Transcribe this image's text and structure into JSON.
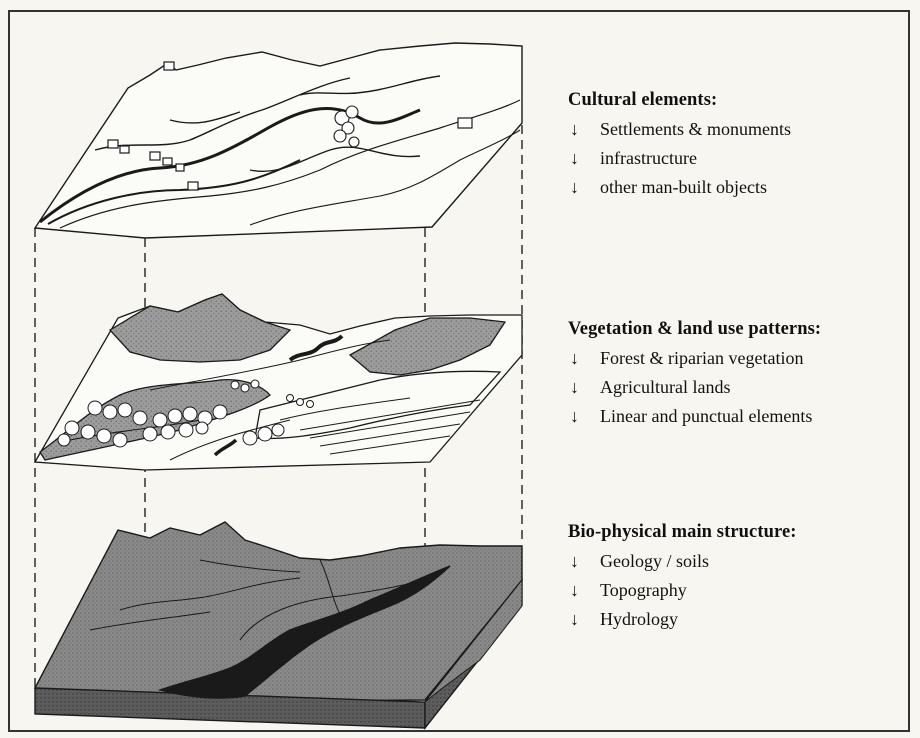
{
  "layers": [
    {
      "id": "cultural",
      "title": "Cultural elements:",
      "items": [
        "Settlements & monuments",
        "infrastructure",
        "other man-built objects"
      ]
    },
    {
      "id": "vegetation",
      "title": "Vegetation & land use patterns:",
      "items": [
        "Forest & riparian vegetation",
        "Agricultural lands",
        "Linear and punctual elements"
      ]
    },
    {
      "id": "biophysical",
      "title": "Bio-physical main structure:",
      "items": [
        "Geology / soils",
        "Topography",
        "Hydrology"
      ]
    }
  ],
  "arrow_glyph": "↓",
  "colors": {
    "background": "#f7f6f1",
    "line": "#1a1a1a",
    "vegetation_fill": "#9c9c9c",
    "terrain_fill": "#8d8d8d",
    "soil_fill": "#5e5e5e"
  }
}
